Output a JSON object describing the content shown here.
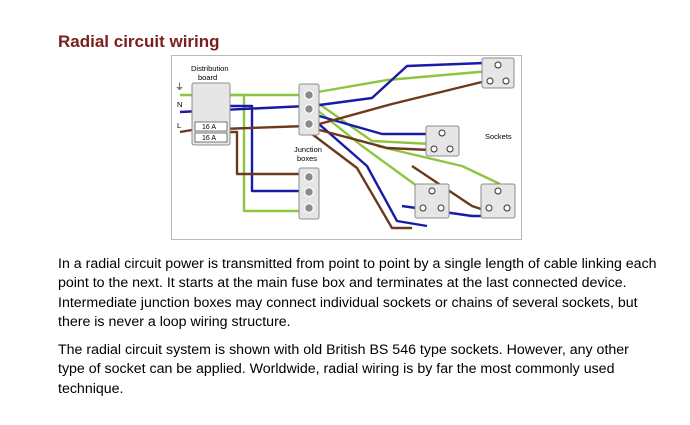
{
  "title": "Radial circuit wiring",
  "diagram": {
    "labels": {
      "distribution_line1": "Distribution",
      "distribution_line2": "board",
      "earth_symbol": "⏚",
      "neutral": "N",
      "live": "L",
      "fuse1": "16 A",
      "fuse2": "16 A",
      "junction_line1": "Junction",
      "junction_line2": "boxes",
      "sockets": "Sockets"
    },
    "colors": {
      "earth": "#8cc63f",
      "neutral": "#1a1aa8",
      "live": "#6b3a1c",
      "box_fill": "#e6e6e6",
      "box_stroke": "#8c8c8c",
      "terminal": "#8a8a8a"
    }
  },
  "paragraphs": [
    "In a radial circuit power is transmitted from point to point by a single length of cable linking each point to the next. It starts at the main fuse box and terminates at the last connected device. Intermediate junction boxes may connect individual sockets or chains of several sockets, but there is never a loop wiring structure.",
    "The radial circuit system is shown with old British BS 546 type sockets. However, any other type of socket can be applied. Worldwide, radial wiring is by far the most commonly used technique."
  ]
}
